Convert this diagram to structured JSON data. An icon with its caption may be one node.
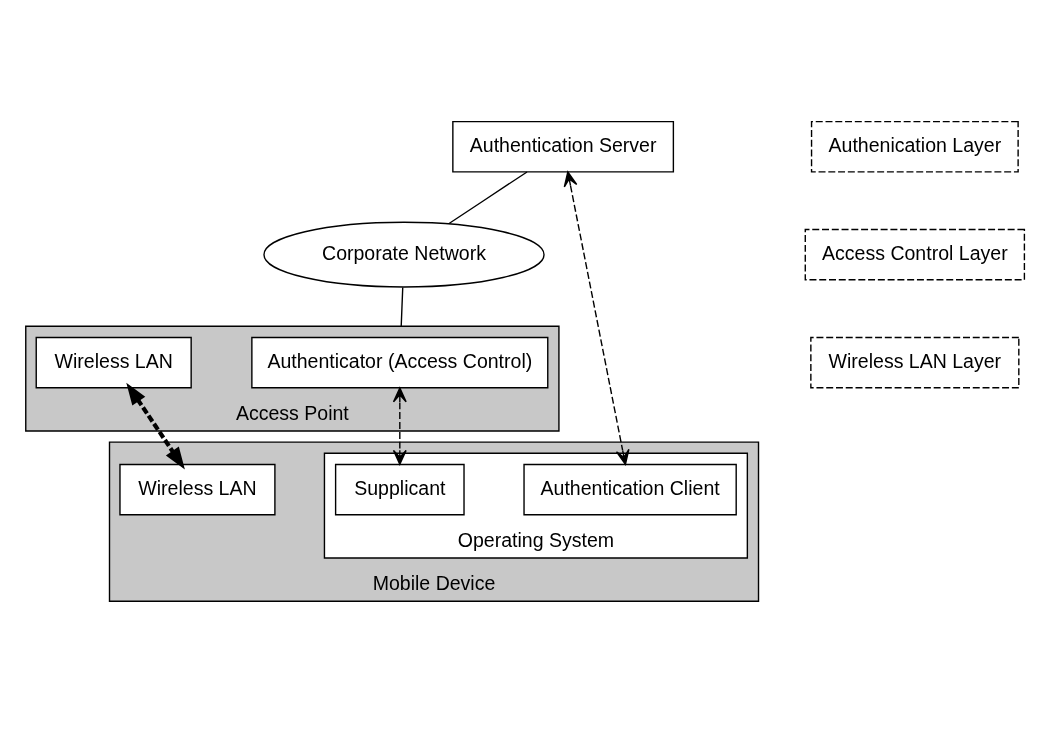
{
  "diagram": {
    "nodes": [
      {
        "text": [
          "Authentication Server"
        ]
      },
      {
        "text": [
          "Corporate Network"
        ]
      },
      {
        "text": [
          "Access Point"
        ]
      },
      {
        "text": [
          "Authenticator (Access Control)"
        ],
        "in": 2
      },
      {
        "text": [
          "Wireless LAN"
        ],
        "in": 2
      },
      {
        "text": [
          "Mobile Device"
        ]
      },
      {
        "text": [
          "Operating System"
        ],
        "in": 5
      },
      {
        "text": [
          "Authentication Client"
        ],
        "in": 6
      },
      {
        "text": [
          "Supplicant"
        ],
        "in": 6
      },
      {
        "text": [
          "Wireless LAN"
        ],
        "in": 5
      },
      {
        "text": [
          "Authenication Layer"
        ]
      },
      {
        "text": [
          "Access Control Layer"
        ]
      },
      {
        "text": [
          "Wireless LAN Layer"
        ]
      }
    ],
    "edges": [
      {
        "from": 0,
        "to": 1,
        "arrow": "none"
      },
      {
        "from": 1,
        "to": 2,
        "arrow": "none"
      },
      {
        "from": 0,
        "to": 7,
        "arrow": "both",
        "style": "dashed"
      },
      {
        "from": 3,
        "to": 8,
        "arrow": "both",
        "style": "dashed"
      },
      {
        "from": 4,
        "to": 9,
        "arrow": "both",
        "style": "dashed"
      }
    ]
  }
}
